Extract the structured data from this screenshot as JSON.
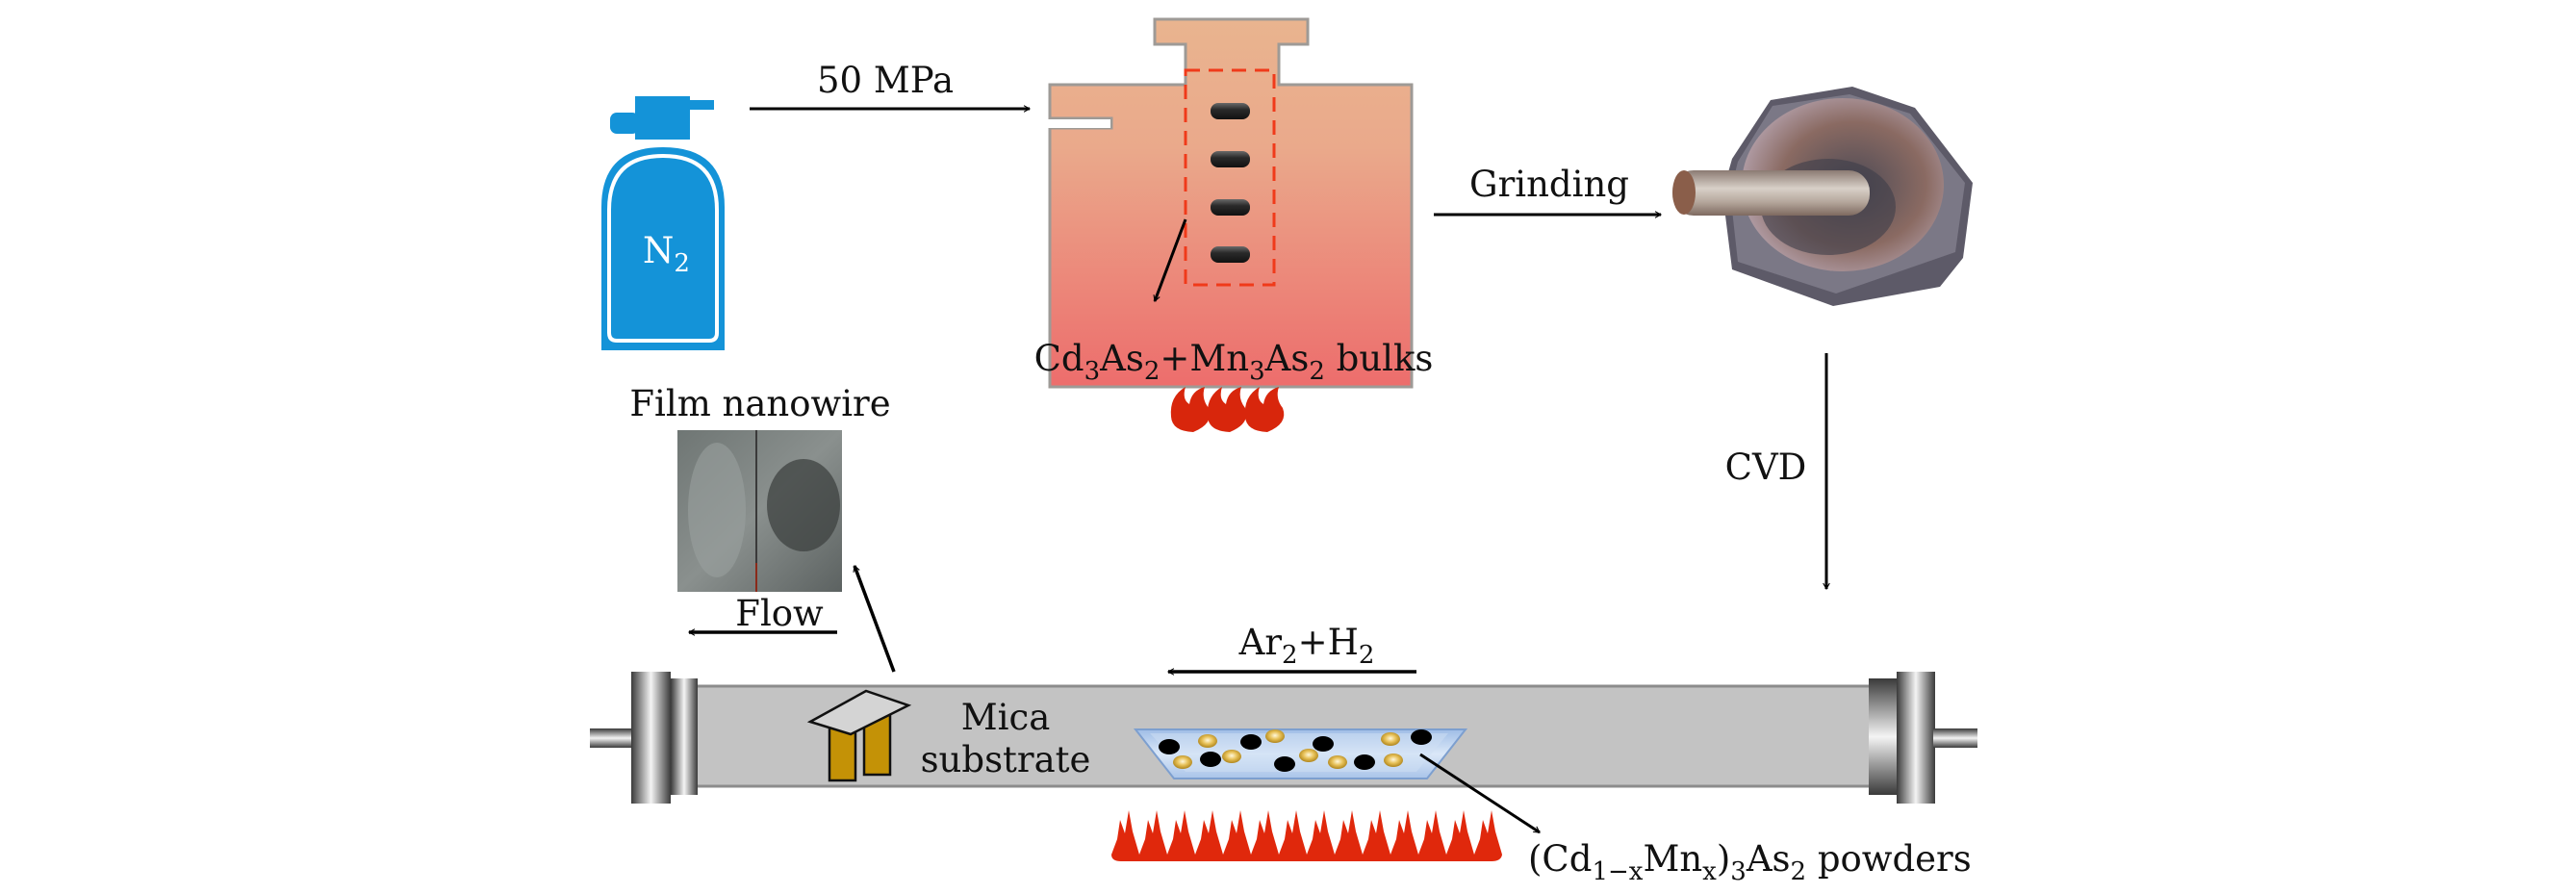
{
  "figure": {
    "description": "Synthesis process of (Cd1-xMnx)3As2 film nanowires",
    "colors": {
      "cylinder_blue": "#1493d8",
      "reactor_top": "#e9b48f",
      "reactor_bottom": "#ed6f6d",
      "reactor_outline": "#9e9a96",
      "dashed_box": "#f03a1a",
      "flame_red": "#d8260c",
      "tube_gray": "#c3c3c3",
      "tube_edge": "#8c8c8c",
      "mica_gold": "#c49206",
      "boat_blue": "#aac6ea",
      "arrow_black": "#000000"
    }
  },
  "steps": {
    "cylinder": {
      "formula": "N",
      "subscript": "2",
      "name": "N₂ gas cylinder"
    },
    "pressurize_arrow": {
      "label": "50 MPa"
    },
    "reactor": {
      "caption_parts": [
        {
          "t": "Cd"
        },
        {
          "t": "3",
          "sub": true
        },
        {
          "t": "As"
        },
        {
          "t": "2",
          "sub": true
        },
        {
          "t": "+Mn"
        },
        {
          "t": "3",
          "sub": true
        },
        {
          "t": "As"
        },
        {
          "t": "2",
          "sub": true
        },
        {
          "t": " bulks"
        }
      ],
      "bulk_count": 4
    },
    "grinding_arrow": {
      "label": "Grinding"
    },
    "mortar": {
      "name": "agate mortar and pestle"
    },
    "cvd_arrow": {
      "label": "CVD"
    },
    "gas_flow_arrow": {
      "label_parts": [
        {
          "t": "Ar"
        },
        {
          "t": "2",
          "sub": true
        },
        {
          "t": "+H"
        },
        {
          "t": "2",
          "sub": true
        }
      ]
    },
    "substrate": {
      "line1": "Mica",
      "line2": "substrate"
    },
    "powders": {
      "label_parts": [
        {
          "t": "(Cd"
        },
        {
          "t": "1−x",
          "sub": true
        },
        {
          "t": "Mn"
        },
        {
          "t": "x",
          "sub": true
        },
        {
          "t": ")"
        },
        {
          "t": "3",
          "sub": true
        },
        {
          "t": "As"
        },
        {
          "t": "2",
          "sub": true
        },
        {
          "t": " powders"
        }
      ]
    },
    "flow_arrow": {
      "label": "Flow"
    },
    "product": {
      "label": "Film nanowire"
    }
  }
}
